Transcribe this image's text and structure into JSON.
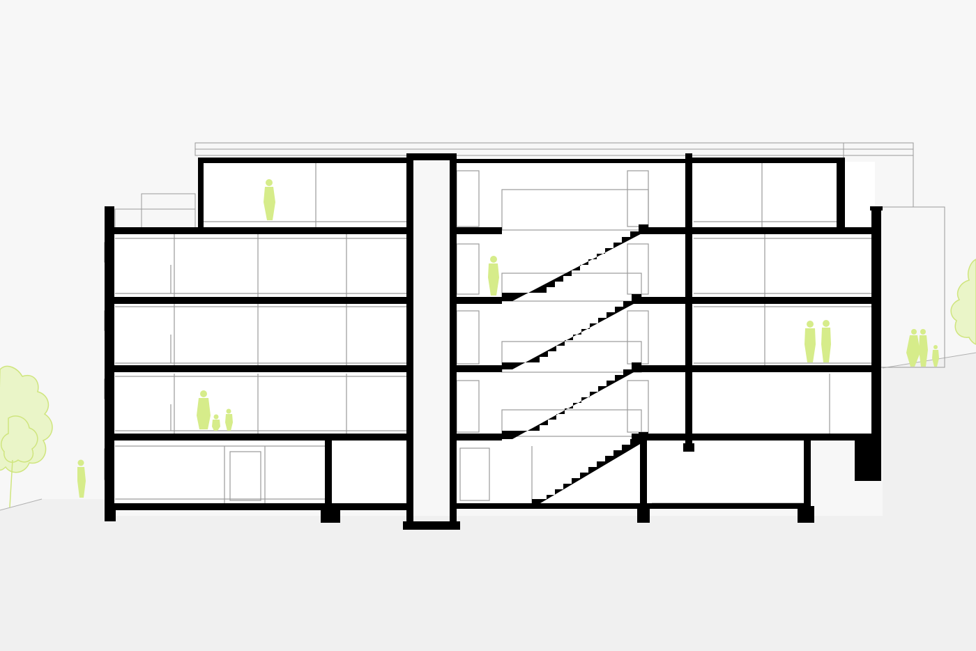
{
  "drawing": {
    "type": "architectural-section",
    "levels": 5,
    "colors": {
      "background": "#f7f7f7",
      "ground": "#f0f0f0",
      "structure": "#000000",
      "interior": "#ffffff",
      "thin_line": "#9a9a9a",
      "figures": "#d6ec8a",
      "figures_outline": "#c8e06a"
    },
    "elements": {
      "trees": [
        "tree-left-large",
        "tree-right-small"
      ],
      "people": [
        "person-ground-left",
        "person-top-floor",
        "person-stair-landing",
        "adult-with-children",
        "pair-right-upper",
        "group-right-exterior"
      ]
    }
  }
}
